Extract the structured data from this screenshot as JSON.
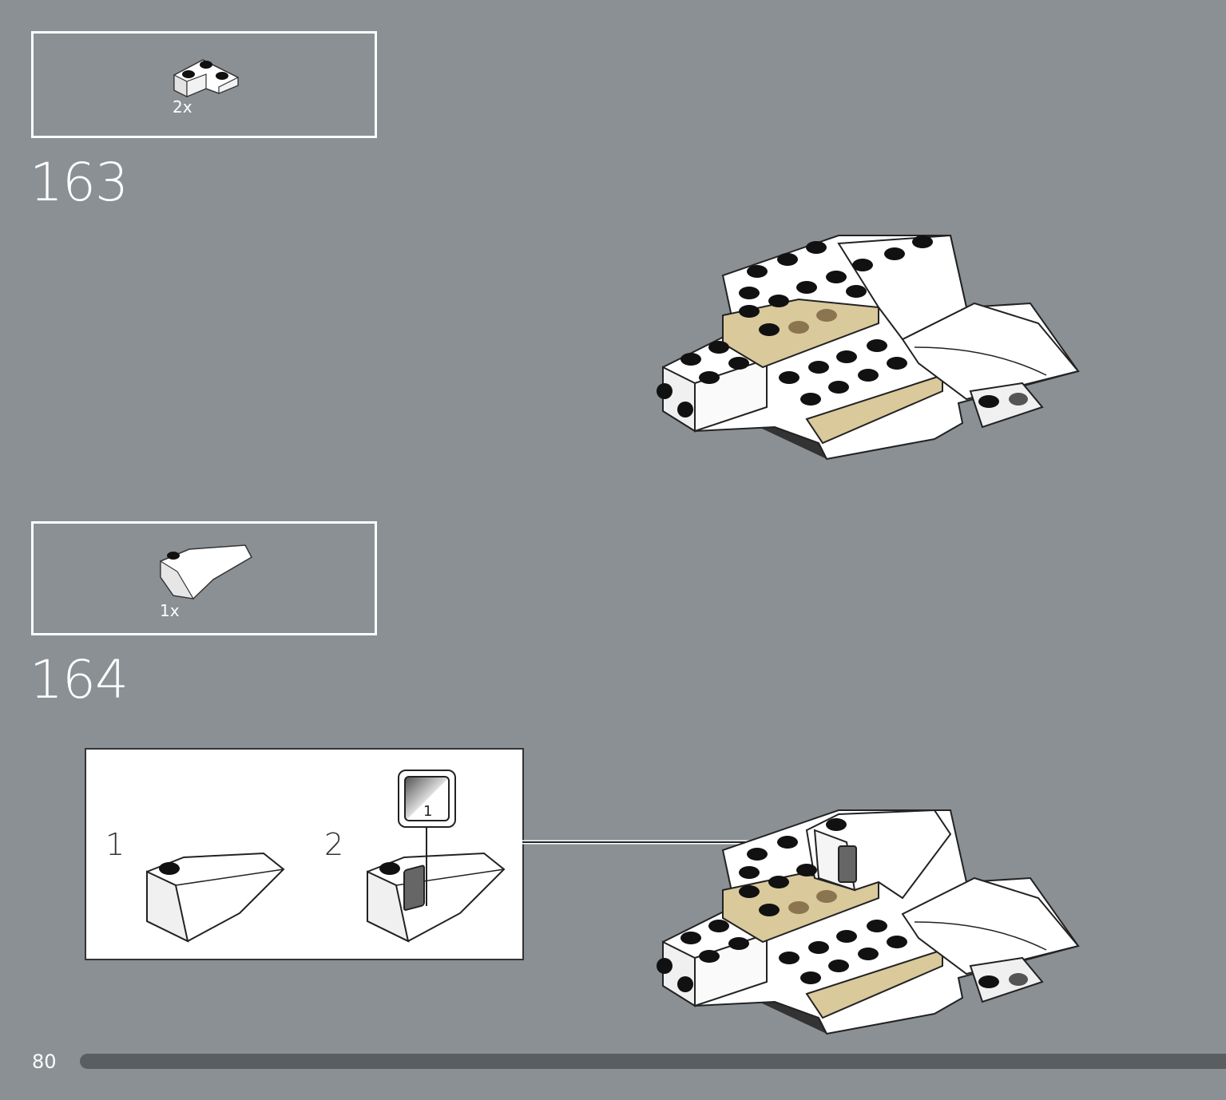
{
  "steps": [
    {
      "number": "163",
      "part_quantity": "2x",
      "part_icon": "corner-plate-icon"
    },
    {
      "number": "164",
      "part_quantity": "1x",
      "part_icon": "wedge-slope-icon"
    }
  ],
  "callout": {
    "sub_steps": [
      "1",
      "2"
    ],
    "sticker_number": "1"
  },
  "footer": {
    "page_number": "80"
  },
  "colors": {
    "background": "#8a9093",
    "brick_white": "#ffffff",
    "brick_tan": "#d9c99b",
    "progress_bar": "#5a5e61"
  }
}
